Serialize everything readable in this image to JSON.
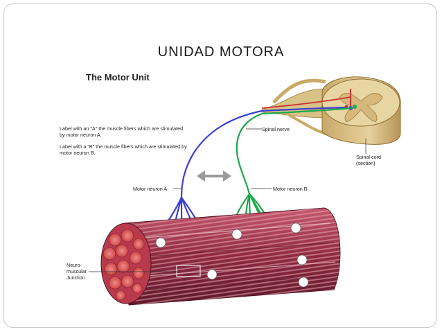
{
  "slide": {
    "title": "UNIDAD MOTORA"
  },
  "figure": {
    "title": "The Motor Unit",
    "instruction_a": "Label with an \"A\" the muscle fibers which are stimulated by motor neuron A.",
    "instruction_b": "Label with a \"B\" the muscle fibers which are stimulated by motor neuron B.",
    "labels": {
      "spinal_nerve": "Spinal nerve",
      "spinal_cord_line1": "Spinal cord",
      "spinal_cord_line2": "(section)",
      "motor_neuron_a": "Motor neuron A",
      "motor_neuron_b": "Motor neuron B",
      "nmj_line1": "Neuro-",
      "nmj_line2": "muscular",
      "nmj_line3": "Junction"
    }
  },
  "colors": {
    "neuron_a": "#3b3fd0",
    "neuron_b": "#1aa84a",
    "muscle": "#a8304a",
    "spinal_cord": "#d8c08a",
    "arrow": "#9a9a9a"
  }
}
